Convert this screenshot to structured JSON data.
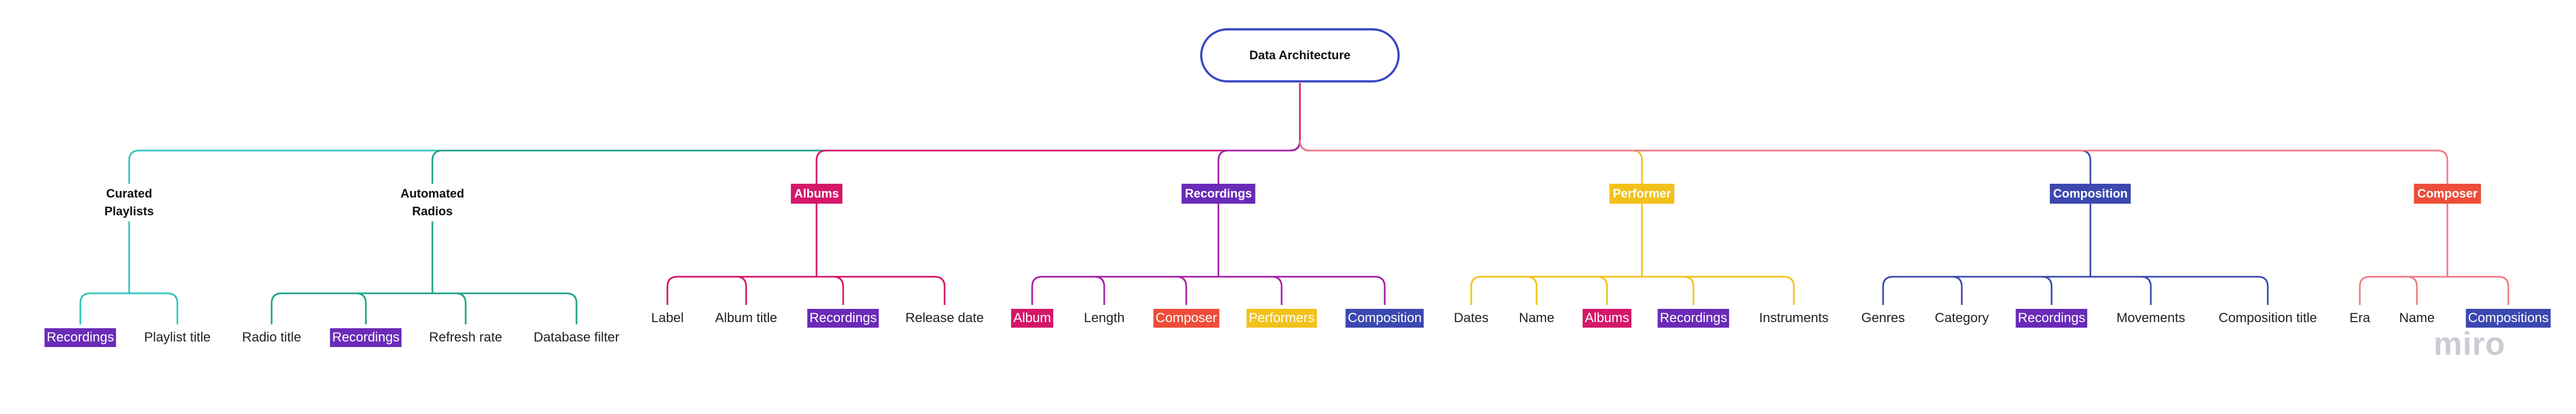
{
  "colors": {
    "root": "#3b48c4",
    "curated": "#2fc4bd",
    "automated": "#1fa38a",
    "albums": "#d4176a",
    "recordings": "#6a2bb8",
    "performer": "#f2c21a",
    "composition": "#3b48b0",
    "composer": "#ee4d3a",
    "composer_line": "#f07a86",
    "recordings_line": "#a51fa8"
  },
  "root": {
    "label": "Data Architecture"
  },
  "branches": [
    {
      "id": "curated",
      "title_lines": [
        "Curated",
        "Playlists"
      ],
      "style": "plain",
      "leaves": [
        {
          "label": "Recordings",
          "chip": "recordings"
        },
        {
          "label": "Playlist title"
        }
      ]
    },
    {
      "id": "automated",
      "title_lines": [
        "Automated",
        "Radios"
      ],
      "style": "plain",
      "leaves": [
        {
          "label": "Radio title"
        },
        {
          "label": "Recordings",
          "chip": "recordings"
        },
        {
          "label": "Refresh rate"
        },
        {
          "label": "Database filter"
        }
      ]
    },
    {
      "id": "albums",
      "title": "Albums",
      "style": "tag",
      "leaves": [
        {
          "label": "Label"
        },
        {
          "label": "Album title"
        },
        {
          "label": "Recordings",
          "chip": "recordings"
        },
        {
          "label": "Release date"
        }
      ]
    },
    {
      "id": "recordings",
      "title": "Recordings",
      "style": "tag",
      "leaves": [
        {
          "label": "Album",
          "chip": "albums"
        },
        {
          "label": "Length"
        },
        {
          "label": "Composer",
          "chip": "composer"
        },
        {
          "label": "Performers",
          "chip": "performer"
        },
        {
          "label": "Composition",
          "chip": "composition"
        }
      ]
    },
    {
      "id": "performer",
      "title": "Performer",
      "style": "tag",
      "leaves": [
        {
          "label": "Dates"
        },
        {
          "label": "Name"
        },
        {
          "label": "Albums",
          "chip": "albums"
        },
        {
          "label": "Recordings",
          "chip": "recordings"
        },
        {
          "label": "Instruments"
        }
      ]
    },
    {
      "id": "composition",
      "title": "Composition",
      "style": "tag",
      "leaves": [
        {
          "label": "Genres"
        },
        {
          "label": "Category"
        },
        {
          "label": "Recordings",
          "chip": "recordings"
        },
        {
          "label": "Movements"
        },
        {
          "label": "Composition title"
        }
      ]
    },
    {
      "id": "composer",
      "title": "Composer",
      "style": "tag",
      "leaves": [
        {
          "label": "Era"
        },
        {
          "label": "Name"
        },
        {
          "label": "Compositions",
          "chip": "composition"
        }
      ]
    }
  ],
  "watermark": "miro"
}
